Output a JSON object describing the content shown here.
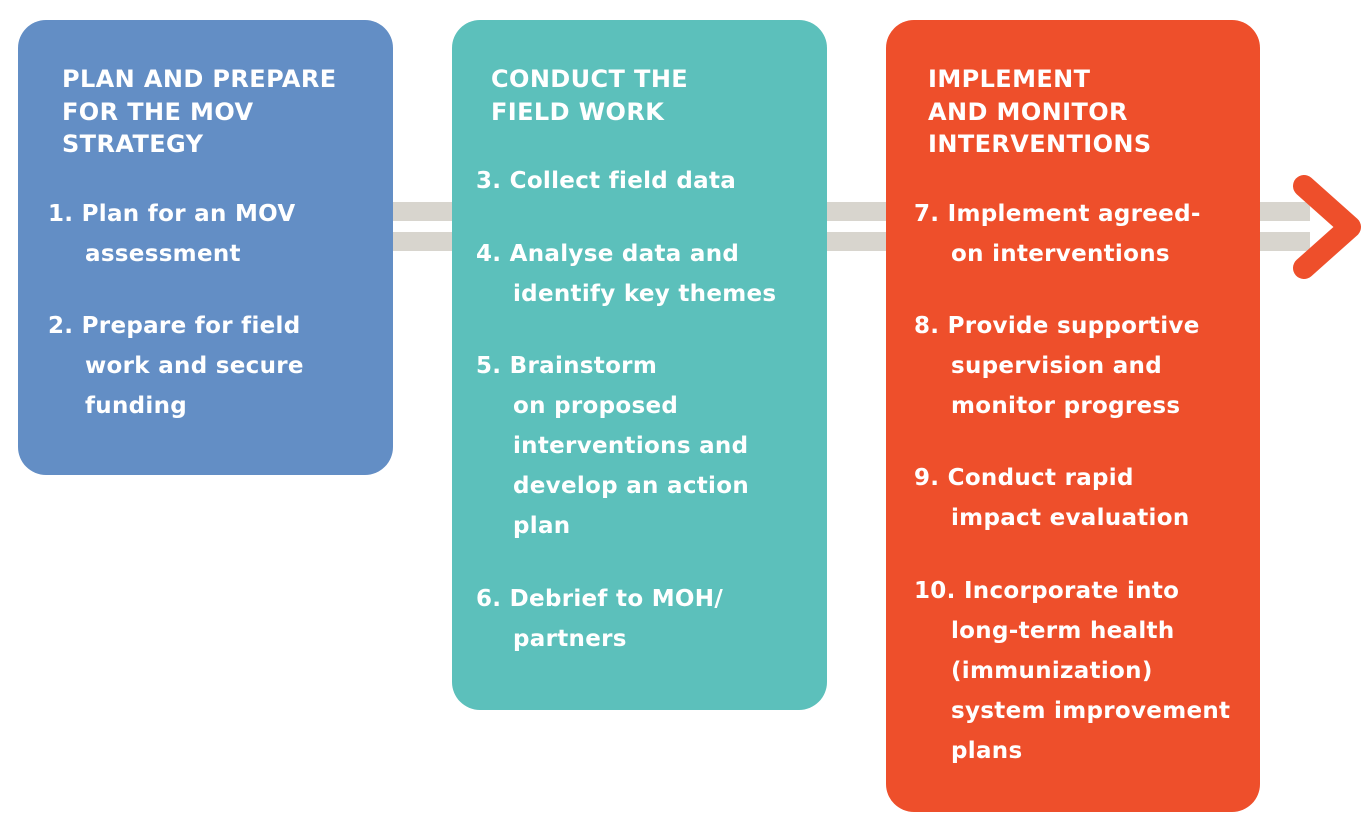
{
  "colors": {
    "plan": "#638ec5",
    "field": "#5cc0bb",
    "implement": "#ee4f2b",
    "connector": "#d8d5ce",
    "text": "#ffffff"
  },
  "stages": [
    {
      "title": "PLAN AND PREPARE\nFOR THE MOV\nSTRATEGY",
      "steps": [
        [
          "1. Plan for an MOV",
          "assessment"
        ],
        [
          "2. Prepare for field",
          "work and secure",
          "funding"
        ]
      ]
    },
    {
      "title": "CONDUCT THE\nFIELD WORK",
      "steps": [
        [
          "3. Collect field data"
        ],
        [
          "4. Analyse data and",
          "identify key themes"
        ],
        [
          "5. Brainstorm",
          "on proposed",
          "interventions  and",
          "develop an action",
          "plan"
        ],
        [
          "6. Debrief to MOH/",
          "partners"
        ]
      ]
    },
    {
      "title": "IMPLEMENT\nAND MONITOR\nINTERVENTIONS",
      "steps": [
        [
          "7. Implement agreed-",
          "on interventions"
        ],
        [
          "8. Provide supportive",
          "supervision and",
          "monitor progress"
        ],
        [
          "9. Conduct rapid",
          "impact evaluation"
        ],
        [
          "10. Incorporate into",
          "long-term  health",
          "(immunization)",
          "system improvement",
          "plans"
        ]
      ]
    }
  ]
}
